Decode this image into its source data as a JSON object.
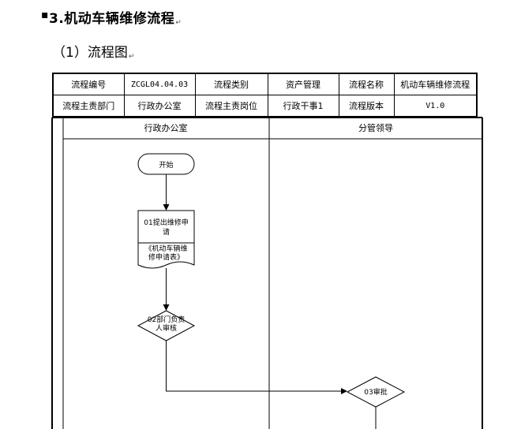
{
  "document": {
    "bullet": "▪",
    "section_heading": "3.机动车辆维修流程",
    "sub_heading": "（1）流程图",
    "paragraph_mark": "↵"
  },
  "meta_table": {
    "row1": [
      {
        "label": "流程编号"
      },
      {
        "value": "ZCGL04.04.03"
      },
      {
        "label": "流程类别"
      },
      {
        "value": "资产管理"
      },
      {
        "label": "流程名称"
      },
      {
        "value": "机动车辆维修流程"
      }
    ],
    "row2": [
      {
        "label": "流程主责部门"
      },
      {
        "value": "行政办公室"
      },
      {
        "label": "流程主责岗位"
      },
      {
        "value": "行政干事1"
      },
      {
        "label": "流程版本"
      },
      {
        "value": "V1.0"
      }
    ]
  },
  "flowchart": {
    "lanes": [
      "行政办公室",
      "分管领导"
    ],
    "nodes": {
      "start": "开始",
      "step01_line1": "01提出维修申",
      "step01_line2": "请",
      "step01_doc_line1": "《机动车辆维",
      "step01_doc_line2": "修申请表》",
      "step02_line1": "02部门负责",
      "step02_line2": "人审核",
      "step03": "03审批"
    }
  }
}
